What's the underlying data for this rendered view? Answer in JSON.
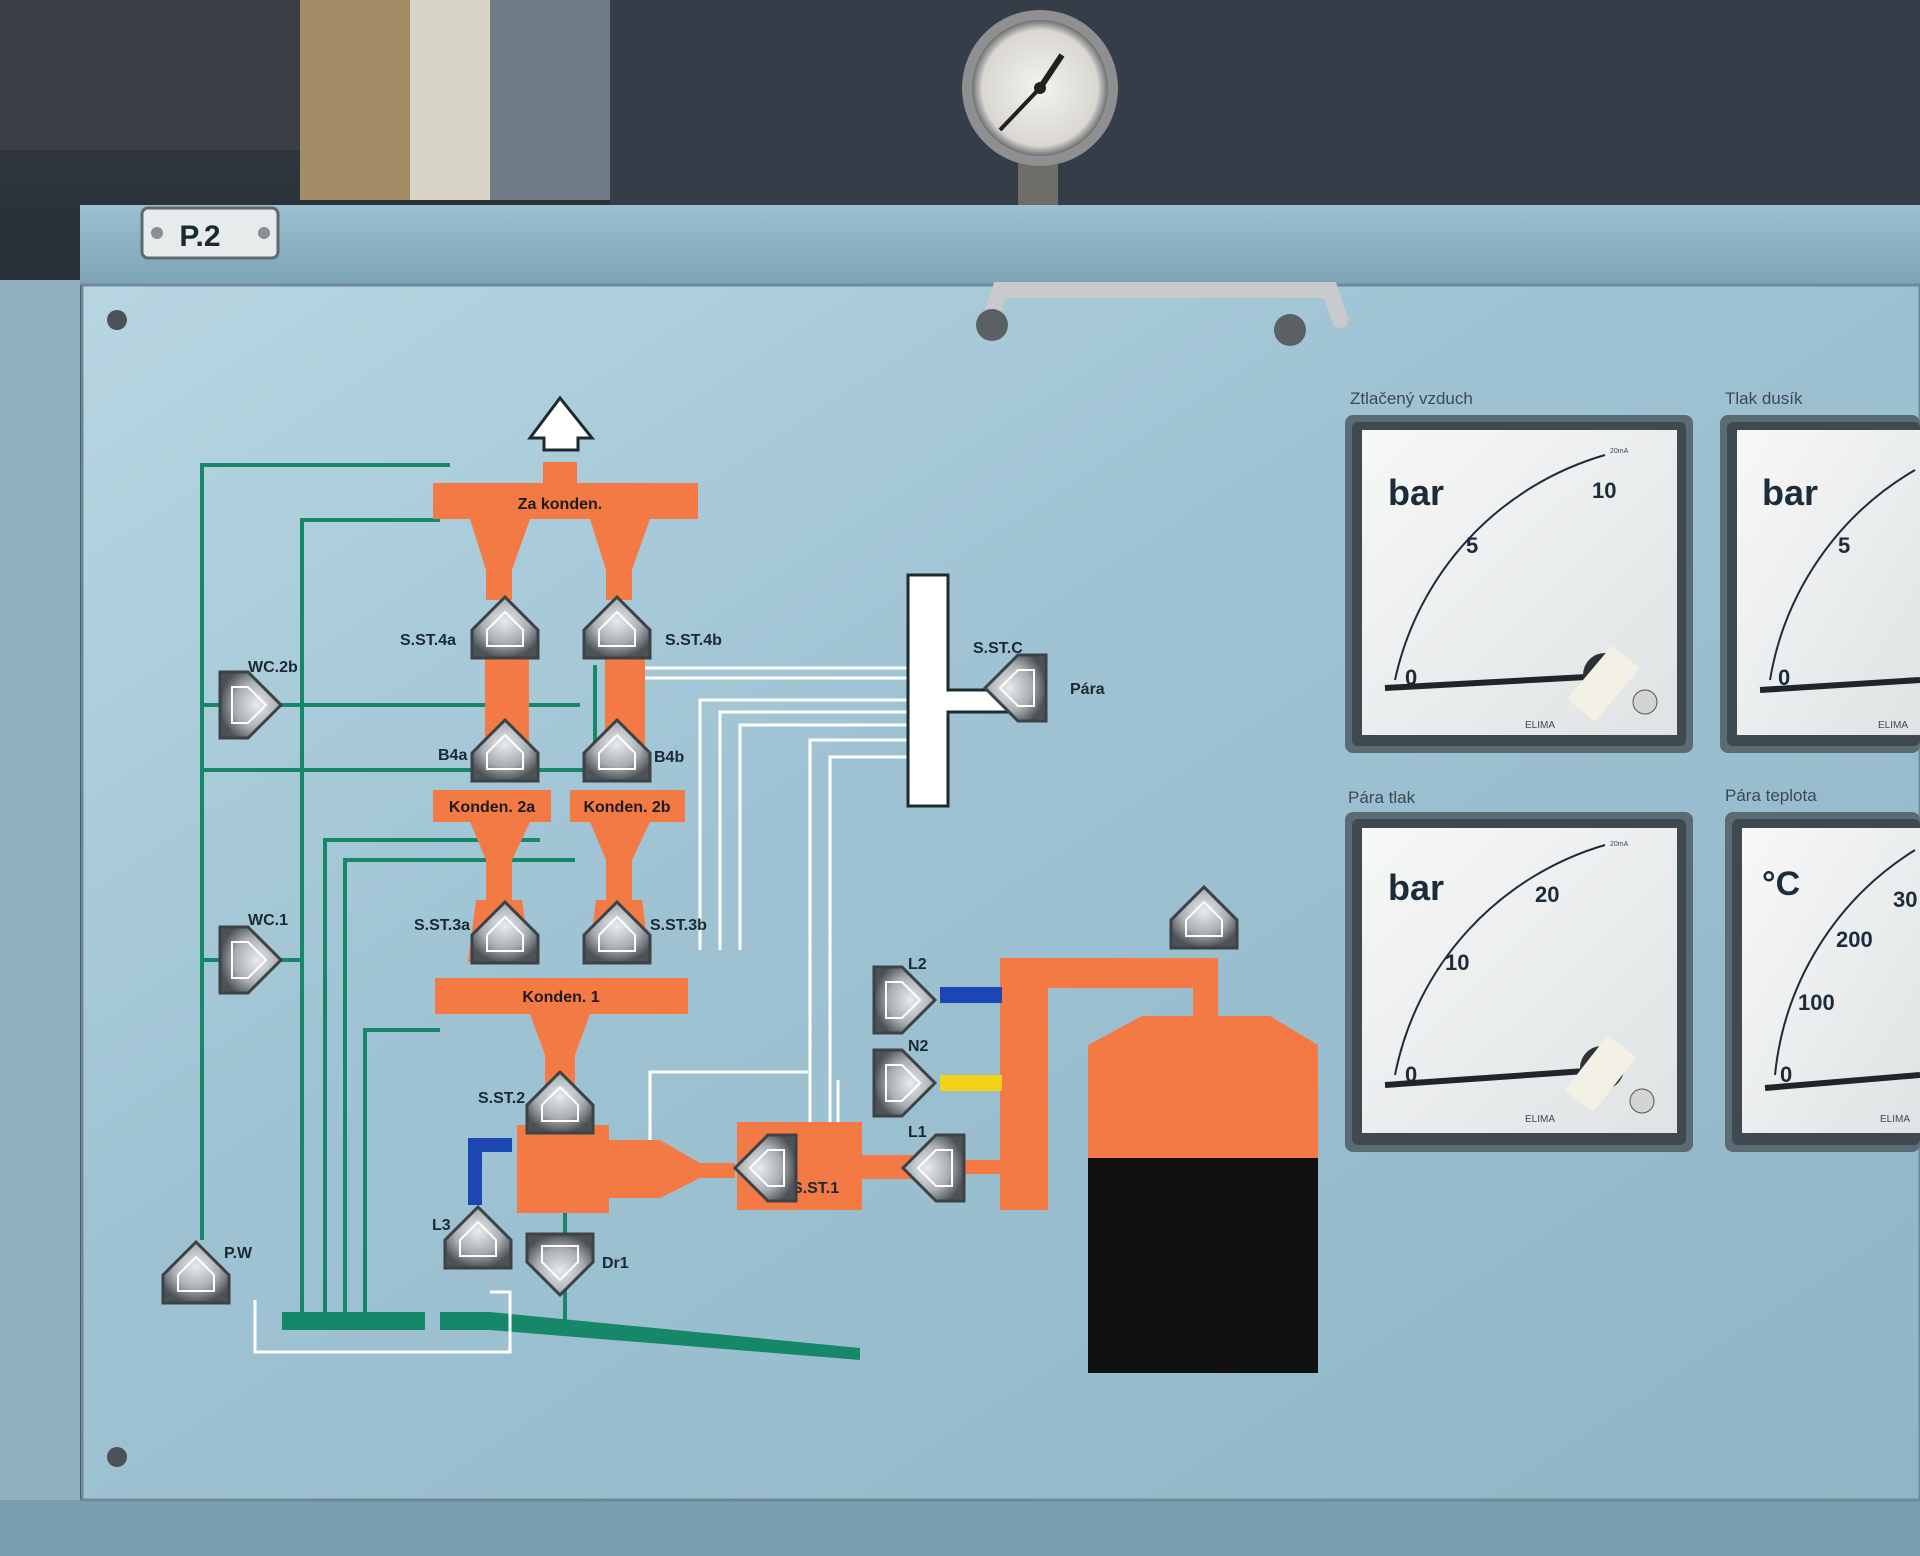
{
  "cabinet": {
    "plate_label": "P.2",
    "panel_color": "#9ec3d3",
    "accent_orange": "#f47a45",
    "green_line": "#17876a",
    "blue_line": "#1c46b4",
    "yellow_line": "#f3d21a"
  },
  "diagram": {
    "boxes": {
      "za_konden": "Za konden.",
      "konden_2a": "Konden. 2a",
      "konden_2b": "Konden. 2b",
      "konden_1": "Konden. 1"
    },
    "labels": {
      "sst4a": "S.ST.4a",
      "sst4b": "S.ST.4b",
      "b4a": "B4a",
      "b4b": "B4b",
      "sst3a": "S.ST.3a",
      "sst3b": "S.ST.3b",
      "sst2": "S.ST.2",
      "sst1": "S.ST.1",
      "sstc": "S.ST.C",
      "para": "Pára",
      "wc2b": "WC.2b",
      "wc1": "WC.1",
      "pw": "P.W",
      "l1": "L1",
      "l2": "L2",
      "l3": "L3",
      "n2": "N2",
      "dr1": "Dr1"
    }
  },
  "gauges": [
    {
      "title": "Ztlačený vzduch",
      "unit": "bar",
      "ticks": [
        "0",
        "5",
        "10"
      ],
      "range_note": "20mA",
      "brand": "ELIMA"
    },
    {
      "title": "Tlak dusík",
      "unit": "bar",
      "ticks": [
        "0",
        "5"
      ],
      "brand": "ELIMA"
    },
    {
      "title": "Pára tlak",
      "unit": "bar",
      "ticks": [
        "0",
        "10",
        "20"
      ],
      "range_note": "20mA",
      "brand": "ELIMA"
    },
    {
      "title": "Pára teplota",
      "unit": "°C",
      "ticks": [
        "0",
        "100",
        "200",
        "30"
      ],
      "brand": "ELIMA"
    }
  ]
}
